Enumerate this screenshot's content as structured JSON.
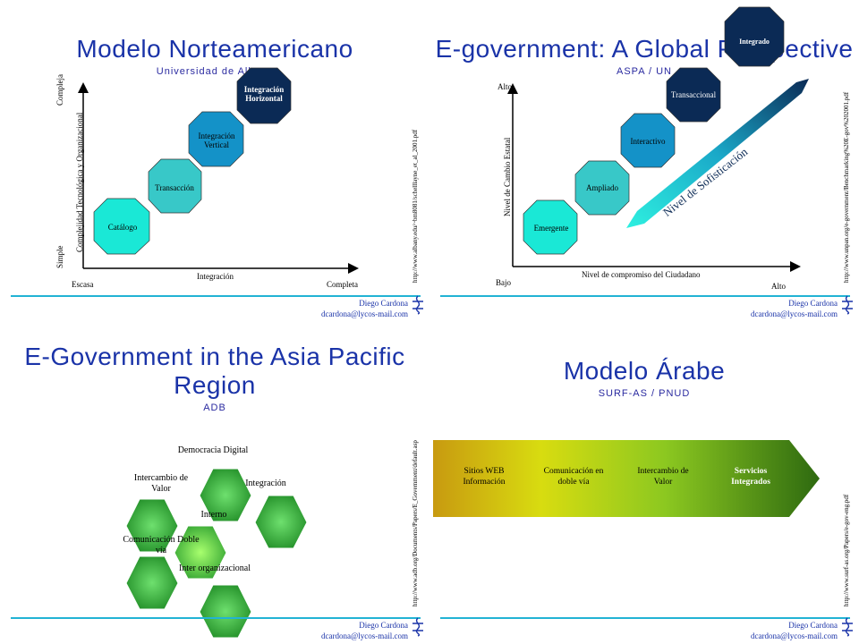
{
  "slides": [
    {
      "title": "Modelo Norteamericano",
      "subtitle": "Universidad de Albany",
      "url": "http://www.albany.edu/~bm8081/schelllayne_et_al_2001.pdf",
      "axes": {
        "y_label": "Complejidad Tecnológica y Organizacional",
        "y_high": "Compleja",
        "y_low": "Simple",
        "x_label": "Integración",
        "x_low": "Escasa",
        "x_high": "Completa"
      },
      "stages": [
        "Catálogo",
        "Transacción",
        "Integración Vertical",
        "Integración Horizontal"
      ]
    },
    {
      "title": "E-government: A Global Perspective",
      "subtitle": "ASPA / UN",
      "url": "http://www.unpan.org/e-government/Benchmarking%20E-gov%202001.pdf",
      "axes": {
        "y_label": "Nivel de Cambio Estatal",
        "y_high": "Alto",
        "y_low": "Bajo",
        "x_label": "Nivel de compromiso del Ciudadano",
        "x_high": "Alto"
      },
      "stages": [
        "Emergente",
        "Ampliado",
        "Interactivo",
        "Transaccional",
        "Integrado"
      ],
      "arrow_label": "Nivel de Sofisticación"
    },
    {
      "title_line1": "E-Government in the Asia Pacific",
      "title_line2": "Region",
      "subtitle": "ADB",
      "url": "http://www.adb.org/Documents/Papers/E_Government/default.asp",
      "hexagons": {
        "center": "Interno",
        "top": "Democracia Digital",
        "upper_right": "Integración",
        "upper_left": "Intercambio de Valor",
        "lower_left": "Comunicación Doble vía",
        "bottom": "Inter organizacional"
      }
    },
    {
      "title": "Modelo Árabe",
      "subtitle": "SURF-AS / PNUD",
      "url": "http://www.surf-as.org/Papers/e-gov-eng.pdf",
      "stages": [
        "Sitios WEB Información",
        "Comunicación en doble vía",
        "Intercambio de Valor",
        "Servicios Integrados"
      ]
    }
  ],
  "footer": {
    "name": "Diego Cardona",
    "email": "dcardona@lycos-mail.com"
  },
  "colors": {
    "title": "#1a33a8",
    "footer_line": "#22b3d4",
    "cyan": "#1ae8d6",
    "teal": "#38c8c8",
    "blue": "#1492c8",
    "navy": "#0b2a55"
  }
}
